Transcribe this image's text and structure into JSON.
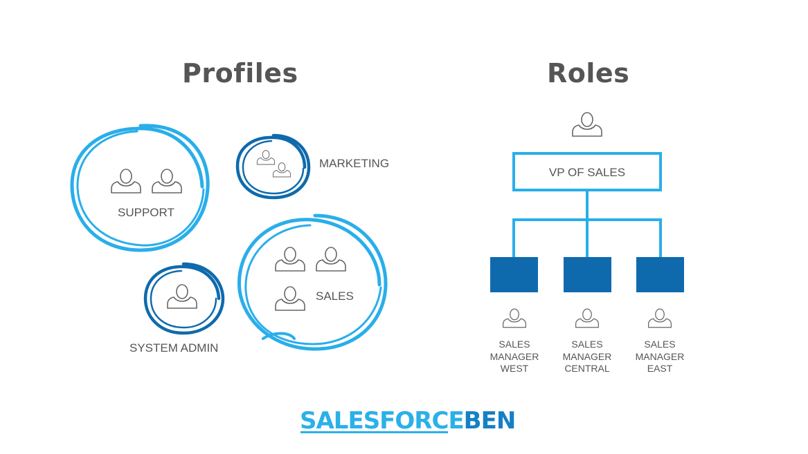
{
  "profiles": {
    "title": "Profiles",
    "groups": {
      "support": "SUPPORT",
      "marketing": "MARKETING",
      "sales": "SALES",
      "system_admin": "SYSTEM ADMIN"
    }
  },
  "roles": {
    "title": "Roles",
    "top": "VP OF SALES",
    "managers": [
      {
        "lines": [
          "SALES",
          "MANAGER",
          "WEST"
        ]
      },
      {
        "lines": [
          "SALES",
          "MANAGER",
          "CENTRAL"
        ]
      },
      {
        "lines": [
          "SALES",
          "MANAGER",
          "EAST"
        ]
      }
    ]
  },
  "logo": {
    "part1": "SALESFORCE",
    "part2": "BEN"
  },
  "colors": {
    "light_blue": "#29aeea",
    "dark_blue": "#0f6aad",
    "icon_gray": "#666666",
    "text_gray": "#555555"
  }
}
